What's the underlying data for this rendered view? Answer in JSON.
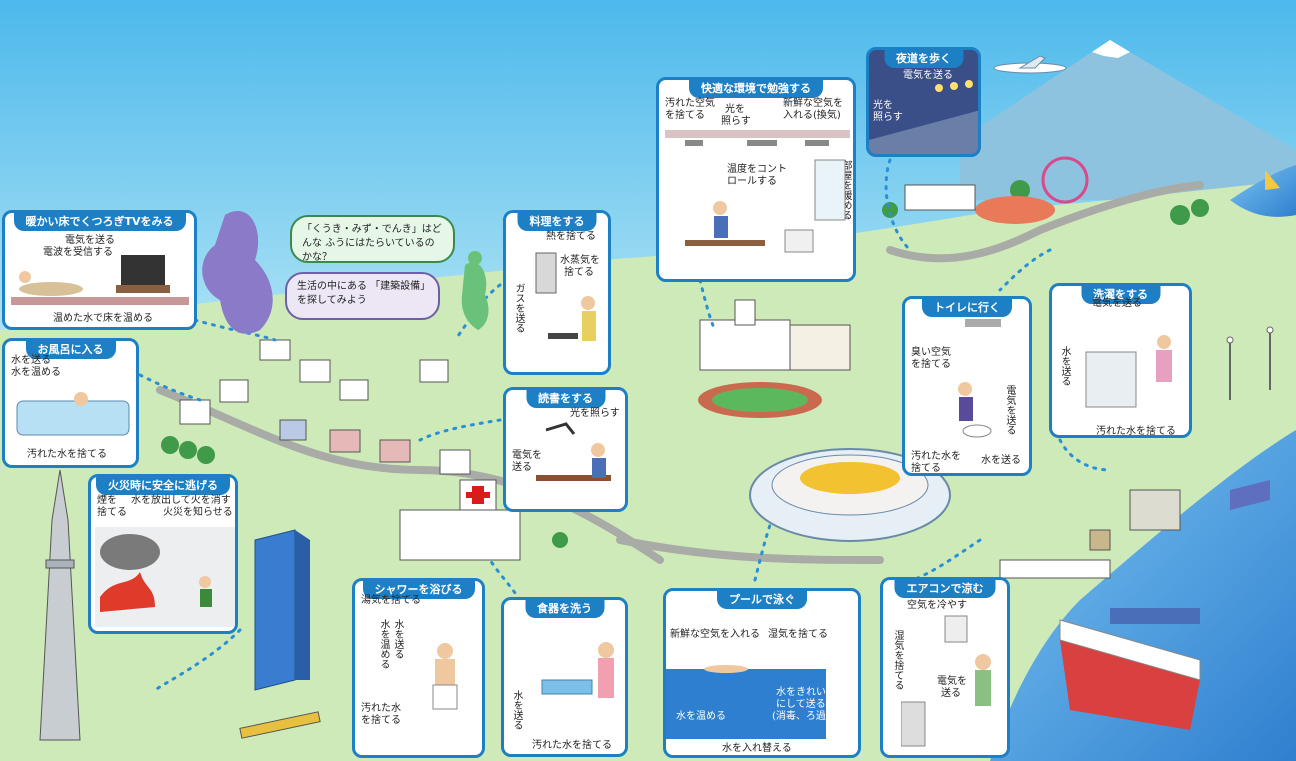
{
  "bubbles": {
    "question": "「くうき・みず・でんき」はどんな ふうにはたらいているのかな？",
    "hint": "生活の中にある 「建築設備」を探してみよう"
  },
  "panels": {
    "tv": {
      "title": "暖かい床でくつろぎTVをみる",
      "l1": "電気を送る",
      "l2": "電波を受信する",
      "l3": "温めた水で床を温める"
    },
    "bath": {
      "title": "お風呂に入る",
      "l1": "水を送る",
      "l2": "水を温める",
      "l3": "汚れた水を捨てる"
    },
    "fire": {
      "title": "火災時に安全に逃げる",
      "l1": "煙を",
      "l2": "捨てる",
      "l3": "水を放出して火を消す",
      "l4": "火災を知らせる"
    },
    "cook": {
      "title": "料理をする",
      "l1": "熱を捨てる",
      "l2": "水蒸気を",
      "l3": "捨てる",
      "l4": "ガスを送る"
    },
    "read": {
      "title": "読書をする",
      "l1": "光を照らす",
      "l2": "電気を",
      "l3": "送る"
    },
    "study": {
      "title": "快適な環境で勉強する",
      "l1": "汚れた空気",
      "l2": "を捨てる",
      "l3": "光を",
      "l4": "照らす",
      "l5": "新鮮な空気を",
      "l6": "入れる(換気)",
      "l7": "温度をコント",
      "l8": "ロールする",
      "l9": "部屋を暖める"
    },
    "night": {
      "title": "夜道を歩く",
      "l1": "電気を送る",
      "l2": "光を",
      "l3": "照らす"
    },
    "toilet": {
      "title": "トイレに行く",
      "l1": "臭い空気",
      "l2": "を捨てる",
      "l3": "電気を送る",
      "l4": "汚れた水を",
      "l5": "捨てる",
      "l6": "水を送る"
    },
    "laundry": {
      "title": "洗濯をする",
      "l1": "電気を送る",
      "l2": "水を送る",
      "l3": "汚れた水を捨てる"
    },
    "shower": {
      "title": "シャワーを浴びる",
      "l1": "湯気を捨てる",
      "l2": "水を送る",
      "l3": "水を温める",
      "l4": "汚れた水",
      "l5": "を捨てる"
    },
    "dish": {
      "title": "食器を洗う",
      "l1": "水を送る",
      "l2": "汚れた水を捨てる"
    },
    "pool": {
      "title": "プールで泳ぐ",
      "l1": "新鮮な空気を入れる",
      "l2": "湿気を捨てる",
      "l3": "水をきれい",
      "l4": "にして送る",
      "l5": "(消毒、ろ過)",
      "l6": "水を温める",
      "l7": "水を入れ替える"
    },
    "aircon": {
      "title": "エアコンで涼む",
      "l1": "空気を冷やす",
      "l2": "湿気を捨てる",
      "l3": "電気を",
      "l4": "送る"
    }
  },
  "colors": {
    "panel_border": "#1d7fc4",
    "title_bg": "#1d7fc4",
    "sea": "#3f8ed8",
    "land": "#c9e8b8",
    "arrow": "#d81b1b"
  }
}
